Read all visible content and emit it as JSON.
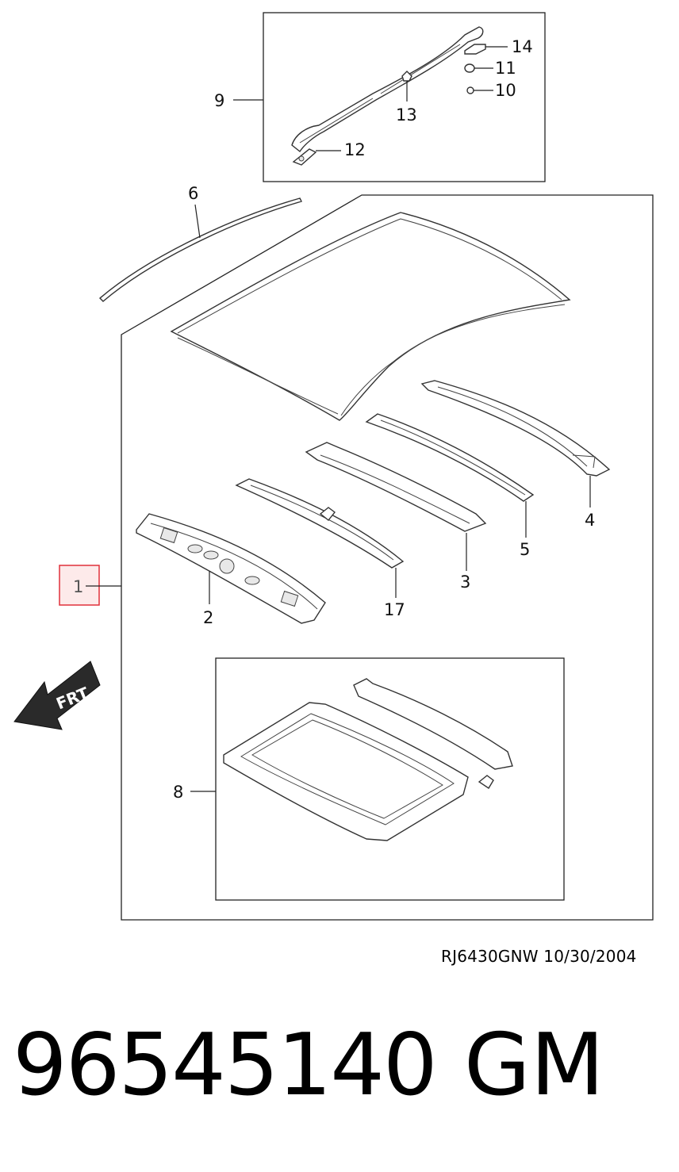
{
  "callouts": {
    "c1": "1",
    "c2": "2",
    "c3": "3",
    "c4": "4",
    "c5": "5",
    "c6": "6",
    "c8": "8",
    "c9": "9",
    "c10": "10",
    "c11": "11",
    "c12": "12",
    "c13": "13",
    "c14": "14",
    "c17": "17"
  },
  "front_arrow_label": "FRT",
  "highlighted_callout": "1",
  "colors": {
    "highlight_border": "#e0303a",
    "highlight_fill": "#fdeaea",
    "arrow_fill": "#2a2a2a"
  },
  "footer": {
    "reference": "RJ6430GNW  10/30/2004",
    "part_number": "96545140",
    "brand": "GM"
  }
}
